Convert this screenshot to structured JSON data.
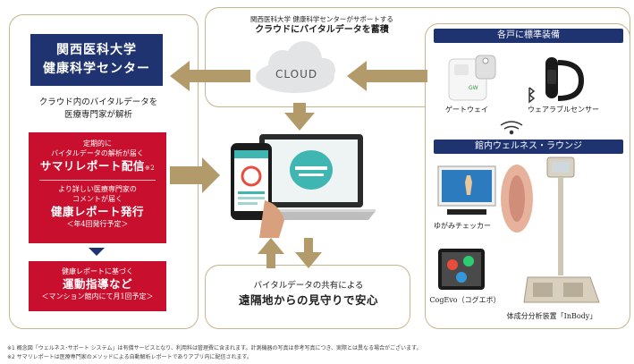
{
  "left": {
    "org_line1": "関西医科大学",
    "org_line2": "健康科学センター",
    "analysis_line1": "クラウド内のバイタルデータを",
    "analysis_line2": "医療専門家が解析",
    "summary_sub1": "定期的に",
    "summary_sub2": "バイタルデータの解析が届く",
    "summary_title": "サマリレポート配信",
    "summary_note": "※2",
    "health_sub1": "より詳しい医療専門家の",
    "health_sub2": "コメントが届く",
    "health_title": "健康レポート発行",
    "health_note": "＜年4回発行予定＞",
    "exercise_sub": "健康レポートに基づく",
    "exercise_title": "運動指導など",
    "exercise_note": "＜マンション館内にて月1回予定＞"
  },
  "top": {
    "caption_line1": "関西医科大学 健康科学センターがサポートする",
    "caption_line2": "クラウドにバイタルデータを蓄積",
    "cloud_label": "CLOUD"
  },
  "right": {
    "header_stand": "各戸に標準装備",
    "gateway": "ゲートウェイ",
    "wearable": "ウェアラブルセンサー",
    "header_lounge": "館内ウェルネス・ラウンジ",
    "yugami": "ゆがみチェッカー",
    "cogevo": "CogEvo（コグエボ）",
    "inbody": "体成分分析装置「InBody」"
  },
  "center": {
    "line1": "バイタルデータの共有による",
    "line2": "遠隔地からの見守りで安心"
  },
  "footnotes": {
    "fn1": "※1 概念図「ウェルネス･サポート システム」は有償サービスとなり、利用料は管理費に含まれます。計測機器の写真は参考写真につき、実際とは異なる場合がございます。",
    "fn2": "※2 サマリレポートは医療専門家のメソッドによる自動解析レポートでありアプリ内に配信されます。"
  },
  "colors": {
    "navy": "#1f3370",
    "red": "#c8102e",
    "arrow": "#b39a6a",
    "border": "#c9b48c"
  }
}
